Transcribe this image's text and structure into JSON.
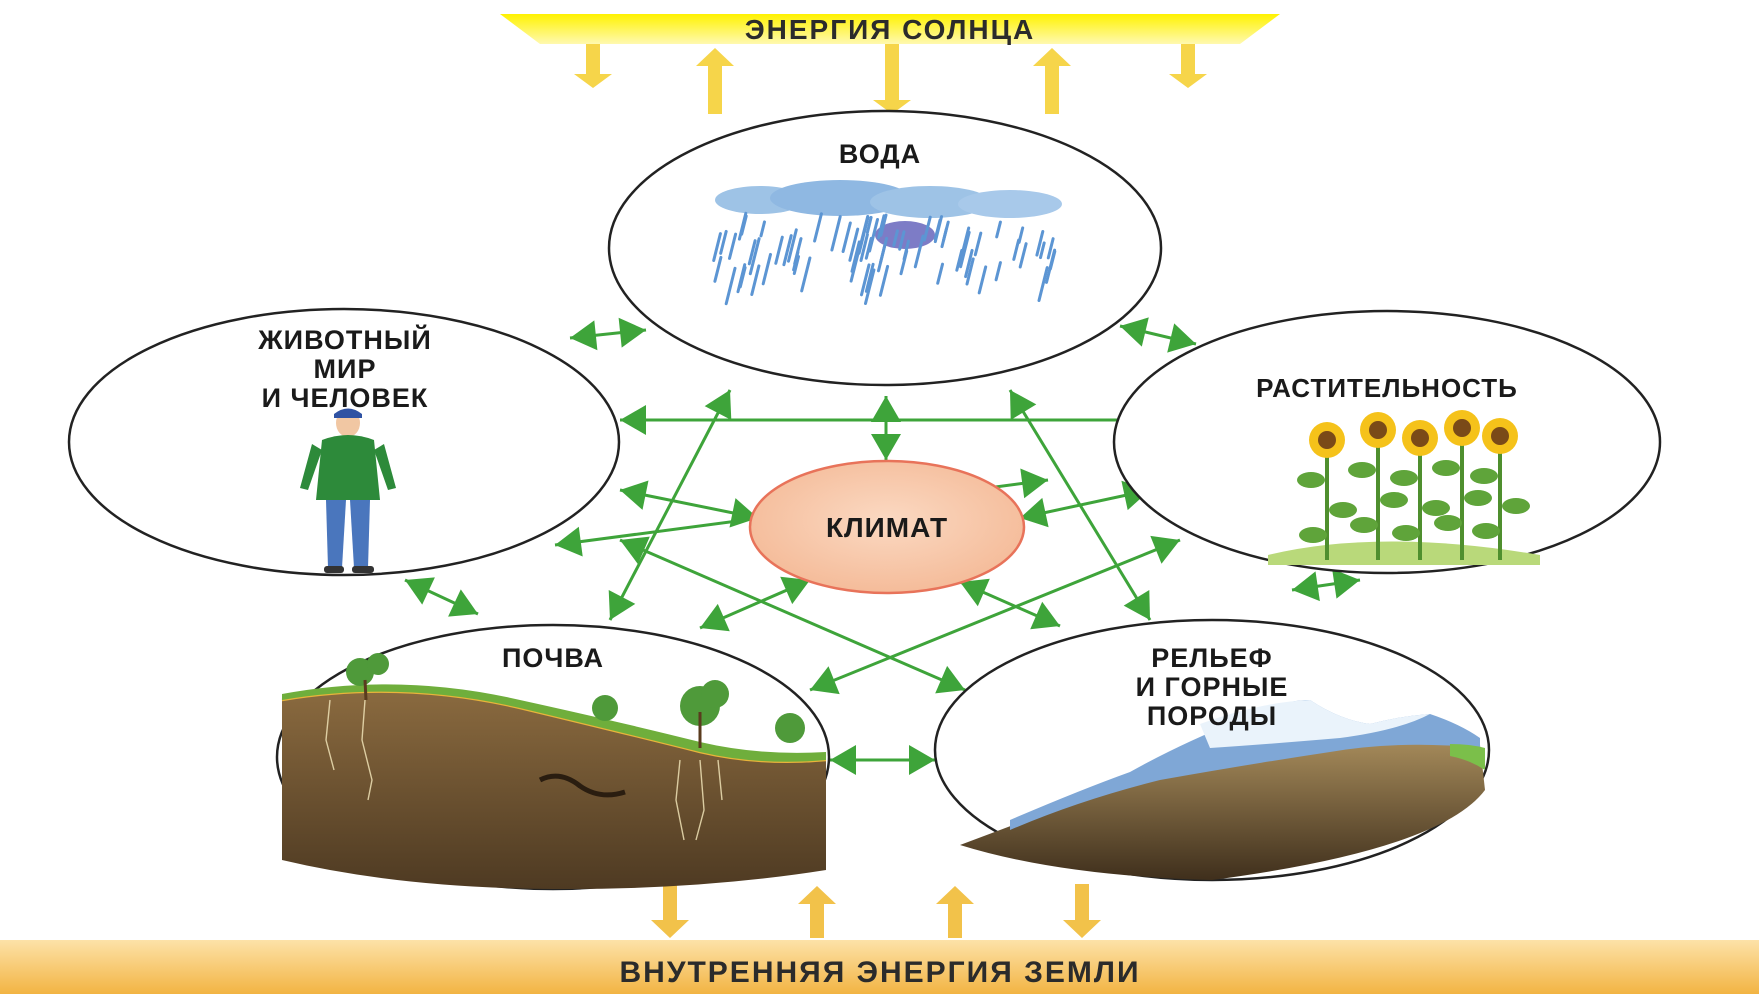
{
  "top_band": {
    "label": "ЭНЕРГИЯ СОЛНЦА"
  },
  "bottom_band": {
    "label": "ВНУТРЕННЯЯ  ЭНЕРГИЯ  ЗЕМЛИ"
  },
  "nodes": {
    "water": {
      "label": "ВОДА",
      "icon": "rain-cloud-icon"
    },
    "fauna": {
      "label_lines": [
        "ЖИВОТНЫЙ",
        "МИР",
        "И ЧЕЛОВЕК"
      ],
      "icon": "person-icon"
    },
    "vegetation": {
      "label": "РАСТИТЕЛЬНОСТЬ",
      "icon": "sunflowers-icon"
    },
    "soil": {
      "label": "ПОЧВА",
      "icon": "soil-profile-icon"
    },
    "relief": {
      "label_lines": [
        "РЕЛЬЕФ",
        "И ГОРНЫЕ",
        "ПОРОДЫ"
      ],
      "icon": "mountains-icon"
    },
    "climate": {
      "label": "КЛИМАТ"
    }
  },
  "colors": {
    "arrow_green": "#3ea43a",
    "sun_yellow": "#fff200",
    "earth_orange": "#f4b942",
    "climate_fill": "#f7c8a8",
    "climate_stroke": "#e8735a"
  }
}
